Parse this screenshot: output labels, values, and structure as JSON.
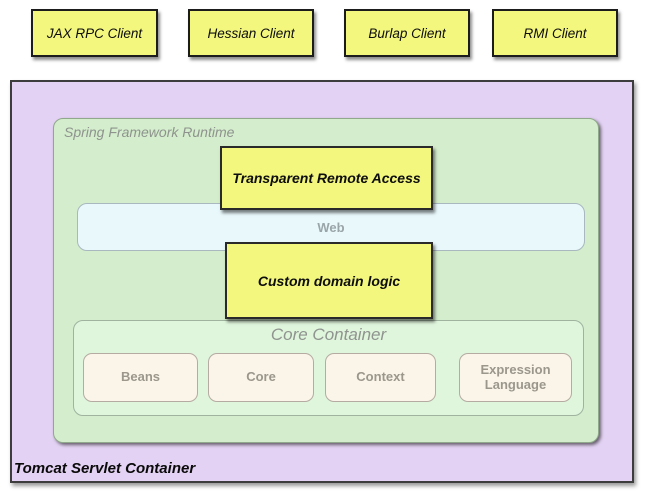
{
  "diagram": {
    "clients": [
      {
        "label": "JAX RPC Client"
      },
      {
        "label": "Hessian Client"
      },
      {
        "label": "Burlap Client"
      },
      {
        "label": "RMI Client"
      }
    ],
    "tomcat_container": {
      "label": "Tomcat Servlet Container"
    },
    "spring_runtime": {
      "label": "Spring Framework Runtime"
    },
    "remote_access": {
      "label": "Transparent Remote Access"
    },
    "web_layer": {
      "label": "Web"
    },
    "domain_logic": {
      "label": "Custom domain logic"
    },
    "core_container": {
      "label": "Core Container",
      "modules": [
        {
          "label": "Beans"
        },
        {
          "label": "Core"
        },
        {
          "label": "Context"
        },
        {
          "label": "Expression Language"
        }
      ]
    },
    "colors": {
      "client_box_fill": "#f3f77e",
      "highlight_box_fill": "#f3f77e",
      "tomcat_fill": "#e3d2f3",
      "spring_fill": "#d4edcc",
      "core_panel_fill": "#dff5dc",
      "module_fill": "#faf5e8",
      "web_fill": "#e8f8fb"
    }
  }
}
